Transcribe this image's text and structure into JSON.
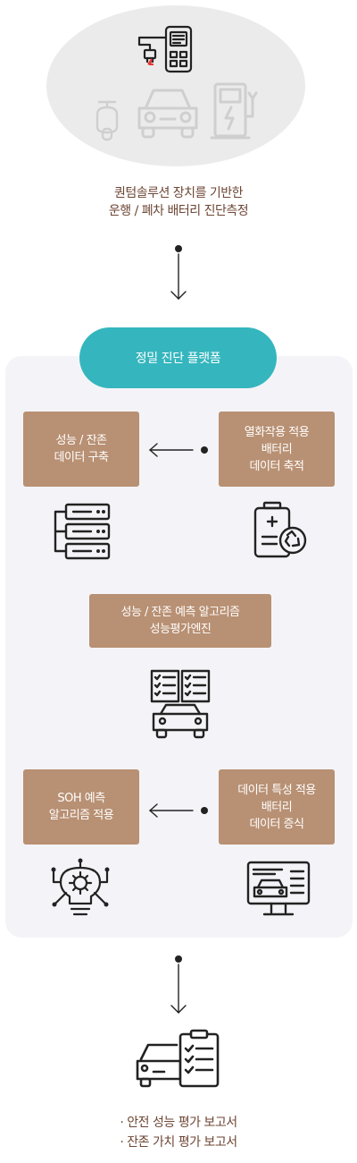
{
  "top_caption": {
    "line1": "퀀텀솔루션 장치를 기반한",
    "line2": "운행 / 폐차 배터리 진단측정"
  },
  "platform": {
    "title": "정밀 진단 플랫폼"
  },
  "steps": {
    "performance_db": "성능 / 잔존\n데이터 구축",
    "degradation_data": "열화작용 적용\n배터리\n데이터 축적",
    "prediction_engine": "성능 / 잔존 예측 알고리즘\n성능평가엔진",
    "soh_algorithm": "SOH 예측\n알고리즘 적용",
    "characteristic_data": "데이터 특성 적용\n배터리\n데이터 증식"
  },
  "outputs": [
    "· 안전 성능 평가 보고서",
    "· 잔존 가치 평가 보고서"
  ],
  "colors": {
    "accent": "#35b6be",
    "box": "#b89073",
    "caption_text": "#6d4635",
    "panel": "#f4f4f8"
  },
  "icons": [
    "charging-device-icon",
    "scooter-icon",
    "car-icon",
    "ev-charger-icon",
    "server-rack-icon",
    "battery-recycle-icon",
    "car-diagnostics-icon",
    "ai-lightbulb-icon",
    "monitor-car-icon",
    "car-report-icon"
  ]
}
